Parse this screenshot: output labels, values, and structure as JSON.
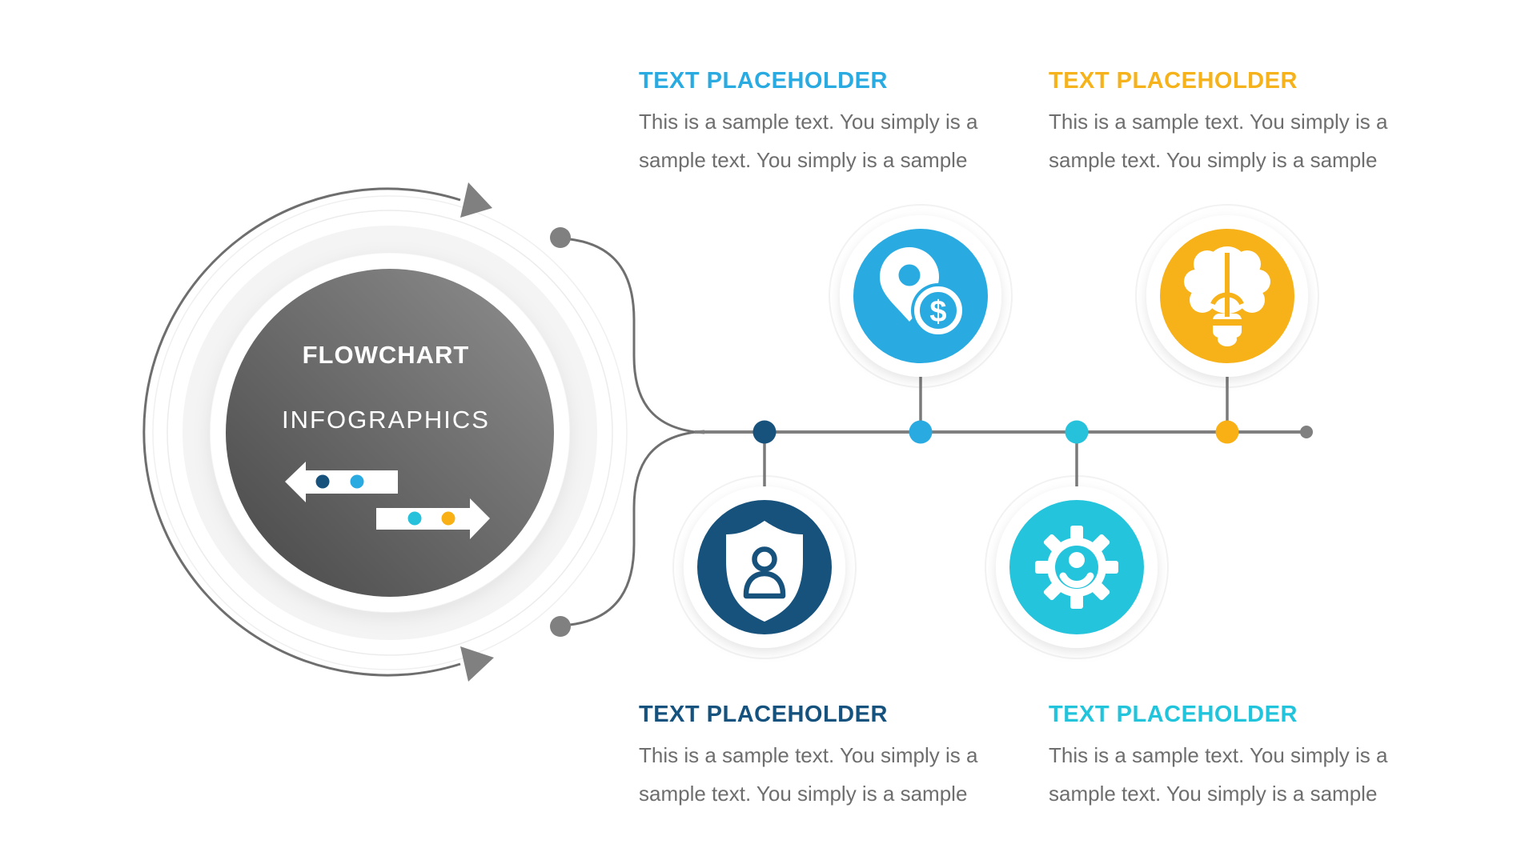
{
  "center_badge": {
    "title_line1": "FLOWCHART",
    "title_line2": "INFOGRAPHICS"
  },
  "blocks": {
    "top_left": {
      "heading": "TEXT PLACEHOLDER",
      "body": "This is a sample text. You simply is a sample text. You simply is a sample",
      "accent_color": "#29abe2"
    },
    "top_right": {
      "heading": "TEXT PLACEHOLDER",
      "body": "This is a sample text. You simply is a sample text. You simply is a sample",
      "accent_color": "#f5b21b"
    },
    "bottom_left": {
      "heading": "TEXT PLACEHOLDER",
      "body": "This is a sample text. You simply is a sample text. You simply is a sample",
      "accent_color": "#16527e"
    },
    "bottom_right": {
      "heading": "TEXT PLACEHOLDER",
      "body": "This is a sample text. You simply is a sample text. You simply is a sample",
      "accent_color": "#22c4dc"
    }
  },
  "icons": [
    {
      "name": "location-dollar-icon",
      "color": "#29abe2",
      "position": "top-1"
    },
    {
      "name": "brain-idea-icon",
      "color": "#f7b219",
      "position": "top-2"
    },
    {
      "name": "shield-user-icon",
      "color": "#16527c",
      "position": "bottom-1"
    },
    {
      "name": "gear-user-icon",
      "color": "#24c4dc",
      "position": "bottom-2"
    }
  ],
  "glyph_text": {
    "dollar_sign": "$"
  },
  "timeline": {
    "line_color": "#7f7f7f",
    "node_colors": [
      "#16527c",
      "#29abe2",
      "#26c2dc",
      "#f8b014"
    ],
    "end_dot_color": "#808080",
    "connector_dot_color": "#808080"
  },
  "palette": {
    "circle_gradient_dark": "#474747",
    "circle_gradient_light": "#8f8f8f",
    "arc_gray": "#6e6e6e",
    "body_text_gray": "#6e6e6e",
    "white": "#ffffff"
  }
}
